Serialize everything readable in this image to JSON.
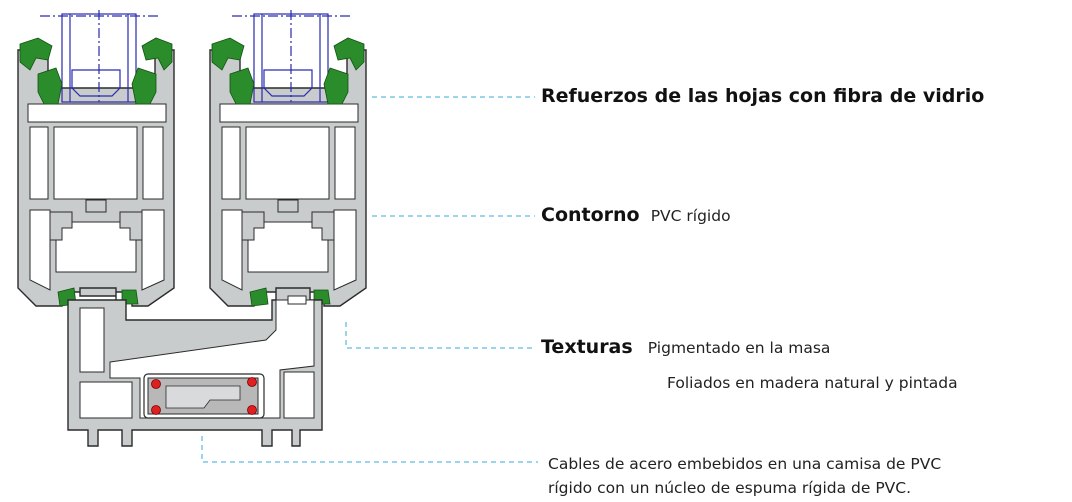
{
  "callouts": {
    "refuerzos": {
      "title": "Refuerzos de las hojas con fibra de vidrio"
    },
    "contorno": {
      "title": "Contorno",
      "text": "PVC rígido"
    },
    "texturas": {
      "title": "Texturas",
      "line1": "Pigmentado en la masa",
      "line2": "Foliados en madera natural y pintada"
    },
    "cables": {
      "line1": "Cables de acero embebidos en una camisa de PVC",
      "line2": "rígido con un núcleo de espuma rígida de PVC."
    }
  },
  "colors": {
    "pvc": "#c9cccd",
    "pvc_stroke": "#2b2b2b",
    "gasket": "#2a8c2a",
    "glass_line": "#2a2ab0",
    "leader": "#3aa9d8",
    "steel_dot": "#e02020",
    "foam": "#b8b8b8"
  }
}
